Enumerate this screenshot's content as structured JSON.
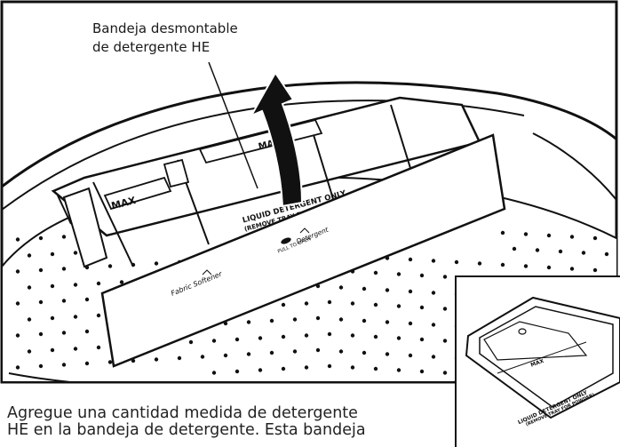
{
  "callout": {
    "line1": "Bandeja desmontable",
    "line2": "de detergente HE"
  },
  "drawer": {
    "max_label": "MAX",
    "max_label_partial": "MA",
    "tray_text_line1": "LIQUID DETERGENT ONLY",
    "tray_text_line2": "(REMOVE TRAY FOR POWDER)",
    "detergent_label": "Detergent",
    "pull_label": "PULL TO OPEN",
    "softener_label": "Fabric Softener"
  },
  "inset_tray": {
    "max_label": "MAX",
    "text_line1": "LIQUID DETERGENT ONLY",
    "text_line2": "(REMOVE TRAY FOR POWDER)"
  },
  "caption": {
    "line1": "Agregue una cantidad medida de detergente",
    "line2": "HE en la bandeja de detergente. Esta bandeja"
  }
}
